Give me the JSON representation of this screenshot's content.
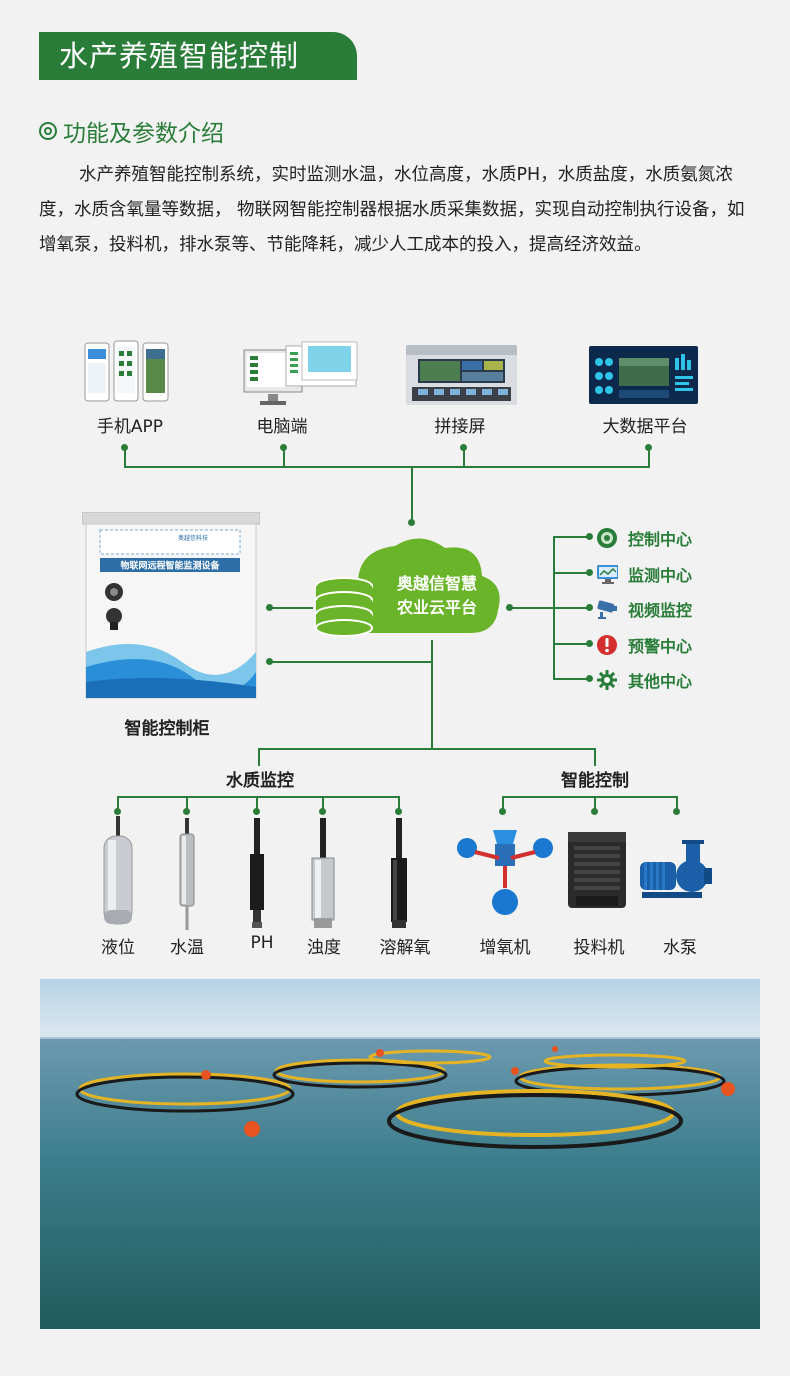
{
  "banner": {
    "title": "水产养殖智能控制"
  },
  "section": {
    "title": "功能及参数介绍"
  },
  "intro": "水产养殖智能控制系统，实时监测水温，水位高度，水质PH，水质盐度，水质氨氮浓度，水质含氧量等数据， 物联网智能控制器根据水质采集数据，实现自动控制执行设备，如增氧泵，投料机，排水泵等、节能降耗，减少人工成本的投入，提高经济效益。",
  "terminals": [
    {
      "label": "手机APP",
      "icon": "phone-app-icon"
    },
    {
      "label": "电脑端",
      "icon": "computer-icon"
    },
    {
      "label": "拼接屏",
      "icon": "video-wall-icon"
    },
    {
      "label": "大数据平台",
      "icon": "big-data-icon"
    }
  ],
  "cloud": {
    "line1": "奥越信智慧",
    "line2": "农业云平台"
  },
  "cabinet": {
    "label": "智能控制柜",
    "brand": "奥越信科技",
    "nameplate": "物联网远程智能监测设备"
  },
  "centers": [
    {
      "label": "控制中心",
      "icon": "control-center-icon"
    },
    {
      "label": "监测中心",
      "icon": "monitor-icon"
    },
    {
      "label": "视频监控",
      "icon": "camera-icon"
    },
    {
      "label": "预警中心",
      "icon": "alert-icon"
    },
    {
      "label": "其他中心",
      "icon": "gear-icon"
    }
  ],
  "groups": {
    "water": {
      "title": "水质监控",
      "items": [
        "液位",
        "水温",
        "PH",
        "浊度",
        "溶解氧"
      ]
    },
    "control": {
      "title": "智能控制",
      "items": [
        "增氧机",
        "投料机",
        "水泵"
      ]
    }
  },
  "colors": {
    "brand_green": "#2a7d39",
    "cloud_green": "#6ab42a",
    "center_text": "#2a7d39"
  }
}
